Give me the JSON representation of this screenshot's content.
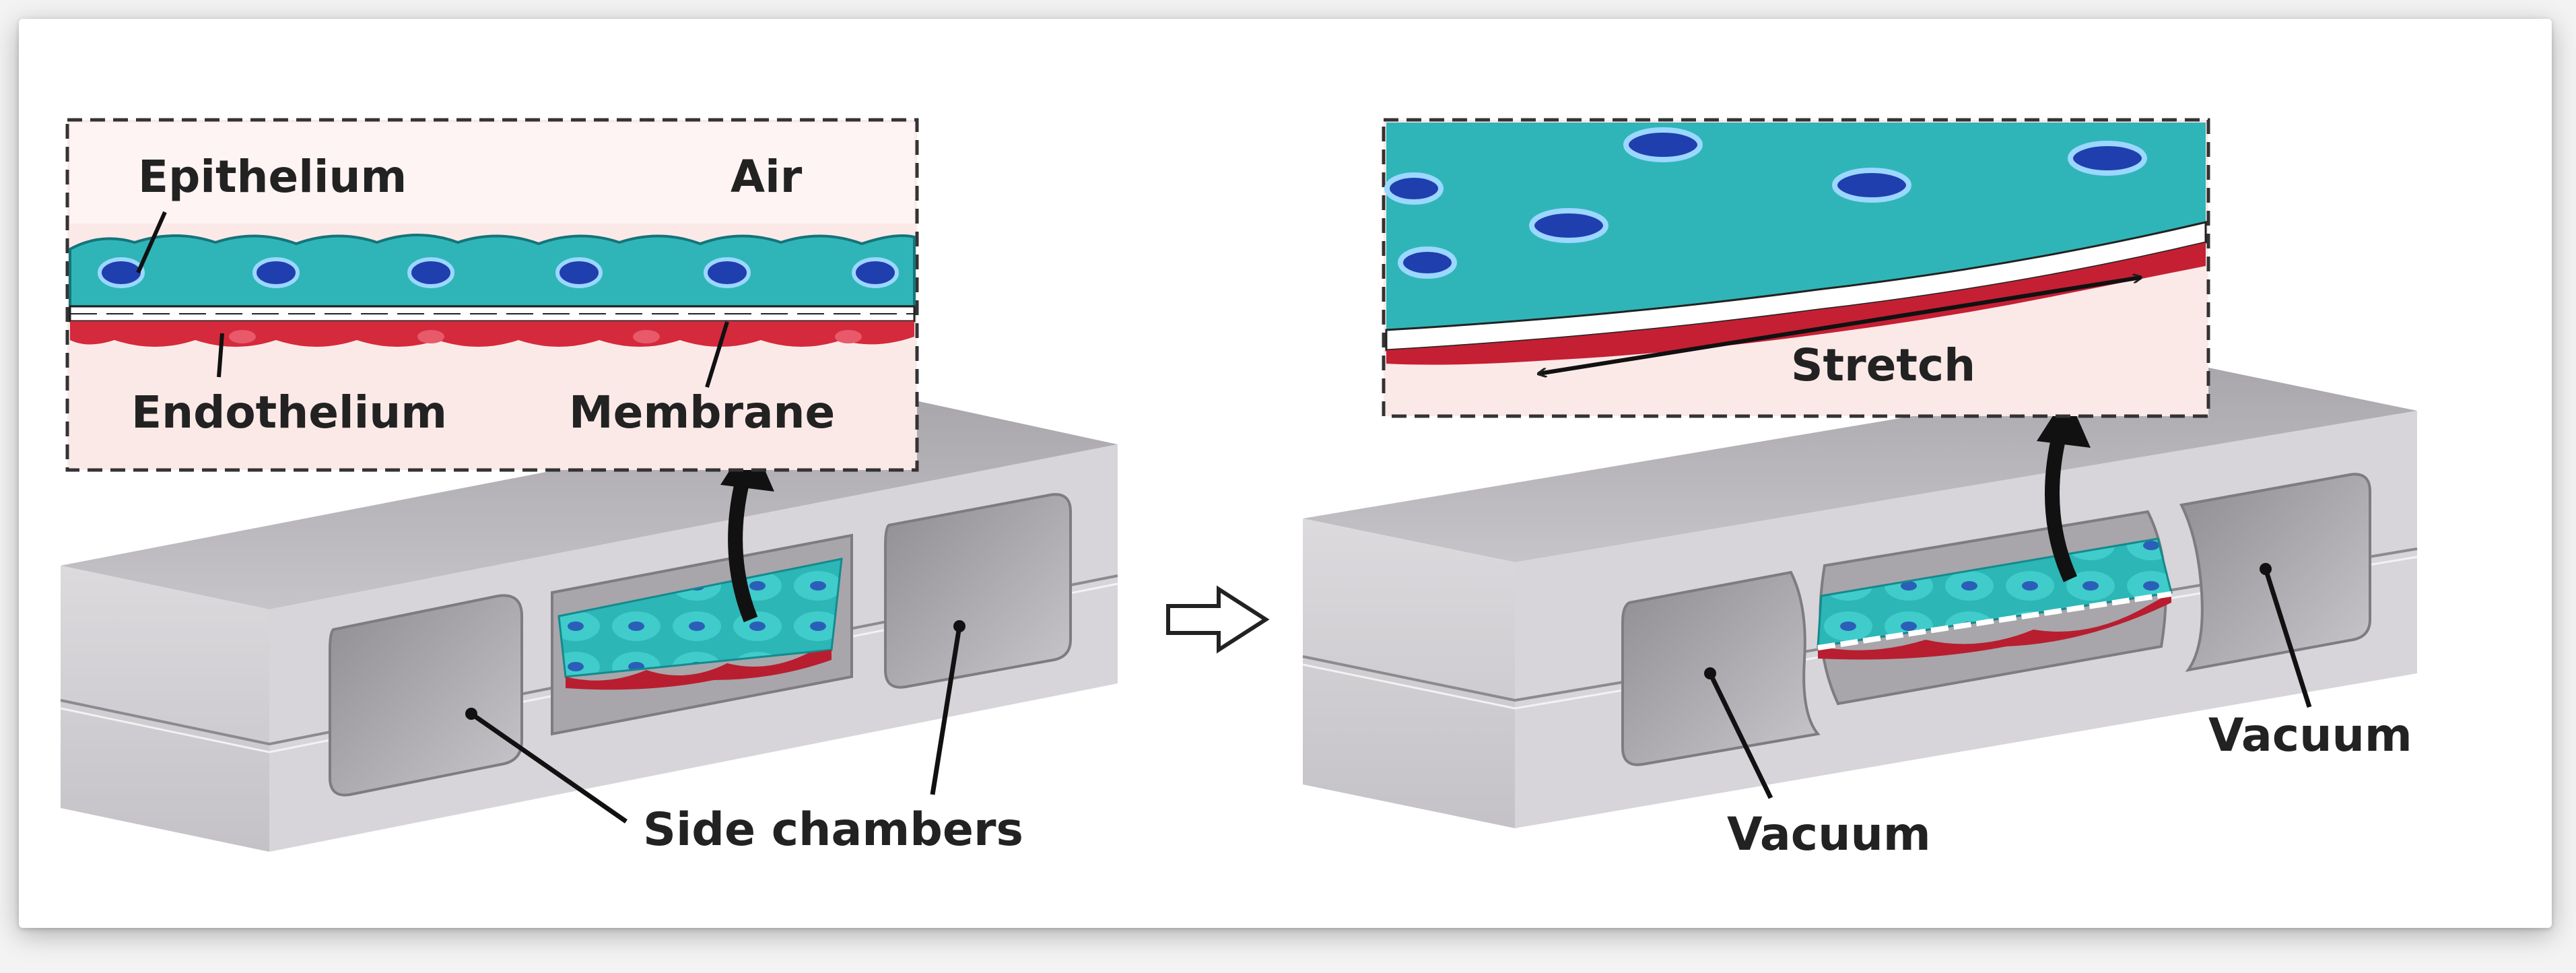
{
  "left_panel": {
    "labels": {
      "epithelium": "Epithelium",
      "air": "Air",
      "endothelium": "Endothelium",
      "membrane": "Membrane",
      "side_chambers": "Side chambers"
    }
  },
  "right_panel": {
    "labels": {
      "stretch": "Stretch",
      "vacuum_left": "Vacuum",
      "vacuum_right": "Vacuum"
    }
  },
  "colors": {
    "epithelium": "#2fb5b8",
    "nucleus": "#1f3fae",
    "endothelium": "#d42a3c",
    "device_top": "#b7b4b8",
    "device_front": "#d2d0d4",
    "inset_bg": "#fbe9e8"
  },
  "icons": {
    "transition_arrow": "right-arrow-icon"
  }
}
